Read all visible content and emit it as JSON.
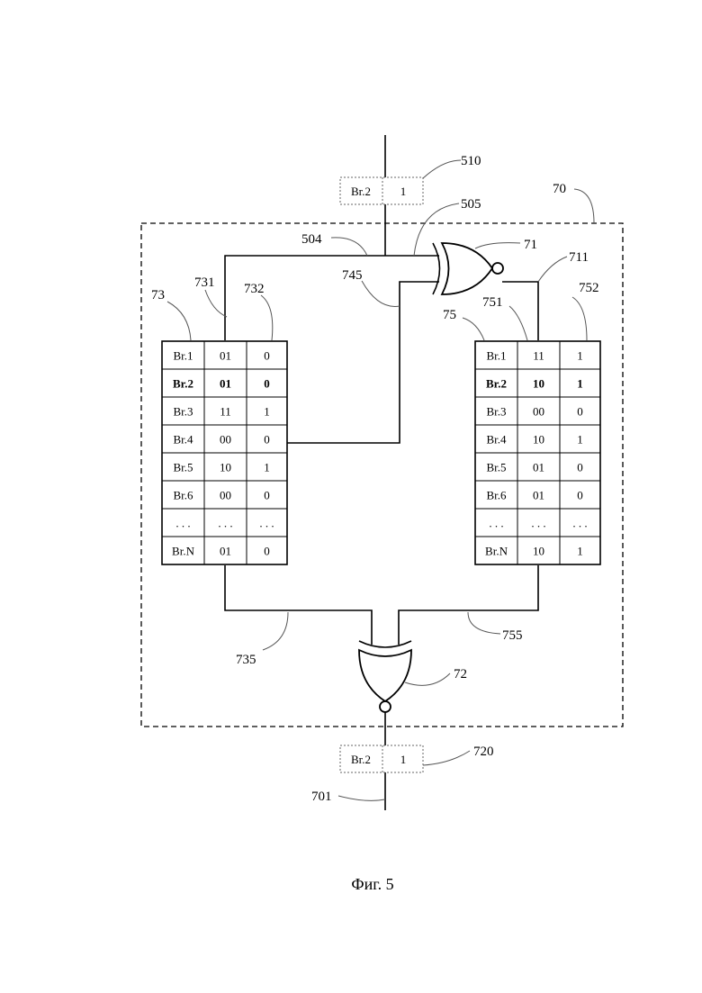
{
  "caption": "Фиг. 5",
  "refs": {
    "r510": "510",
    "r505": "505",
    "r504": "504",
    "r70": "70",
    "r71": "71",
    "r711": "711",
    "r745": "745",
    "r73": "73",
    "r731": "731",
    "r732": "732",
    "r75": "75",
    "r751": "751",
    "r752": "752",
    "r735": "735",
    "r755": "755",
    "r72": "72",
    "r720": "720",
    "r701": "701"
  },
  "input_packet": {
    "label": "Br.2",
    "value": "1"
  },
  "output_packet": {
    "label": "Br.2",
    "value": "1"
  },
  "table_left": {
    "rows": [
      {
        "branch": "Br.1",
        "code": "01",
        "bit": "0",
        "bold": false
      },
      {
        "branch": "Br.2",
        "code": "01",
        "bit": "0",
        "bold": true
      },
      {
        "branch": "Br.3",
        "code": "11",
        "bit": "1",
        "bold": false
      },
      {
        "branch": "Br.4",
        "code": "00",
        "bit": "0",
        "bold": false
      },
      {
        "branch": "Br.5",
        "code": "10",
        "bit": "1",
        "bold": false
      },
      {
        "branch": "Br.6",
        "code": "00",
        "bit": "0",
        "bold": false
      },
      {
        "branch": ". . .",
        "code": ". . .",
        "bit": ". . .",
        "bold": false
      },
      {
        "branch": "Br.N",
        "code": "01",
        "bit": "0",
        "bold": false
      }
    ]
  },
  "table_right": {
    "rows": [
      {
        "branch": "Br.1",
        "code": "11",
        "bit": "1",
        "bold": false
      },
      {
        "branch": "Br.2",
        "code": "10",
        "bit": "1",
        "bold": true
      },
      {
        "branch": "Br.3",
        "code": "00",
        "bit": "0",
        "bold": false
      },
      {
        "branch": "Br.4",
        "code": "10",
        "bit": "1",
        "bold": false
      },
      {
        "branch": "Br.5",
        "code": "01",
        "bit": "0",
        "bold": false
      },
      {
        "branch": "Br.6",
        "code": "01",
        "bit": "0",
        "bold": false
      },
      {
        "branch": ". . .",
        "code": ". . .",
        "bit": ". . .",
        "bold": false
      },
      {
        "branch": "Br.N",
        "code": "10",
        "bit": "1",
        "bold": false
      }
    ]
  }
}
